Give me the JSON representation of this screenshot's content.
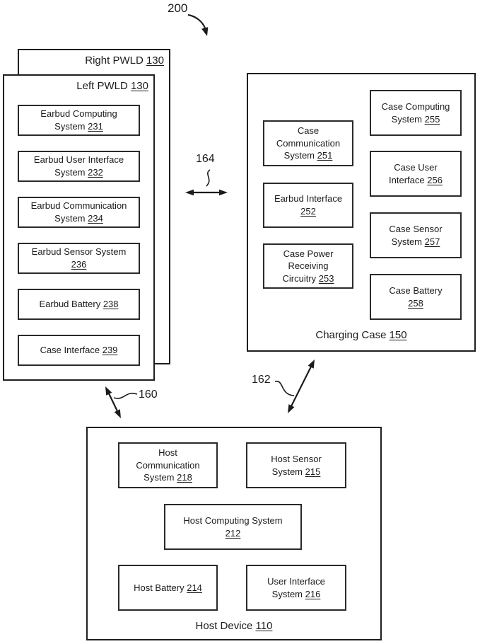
{
  "figure_label": "200",
  "connector_labels": {
    "earbud_case": "164",
    "earbud_host": "160",
    "case_host": "162"
  },
  "right_pwld": {
    "title": "Right PWLD",
    "num": "130"
  },
  "left_pwld": {
    "title": "Left PWLD",
    "num": "130",
    "boxes": [
      {
        "lines": [
          {
            "text": "Earbud Computing"
          },
          {
            "text": "System ",
            "num": "231"
          }
        ]
      },
      {
        "lines": [
          {
            "text": "Earbud User Interface"
          },
          {
            "text": "System ",
            "num": "232"
          }
        ]
      },
      {
        "lines": [
          {
            "text": "Earbud Communication"
          },
          {
            "text": "System ",
            "num": "234"
          }
        ]
      },
      {
        "lines": [
          {
            "text": "Earbud Sensor System"
          },
          {
            "num": "236"
          }
        ]
      },
      {
        "lines": [
          {
            "text": "Earbud Battery ",
            "num": "238"
          }
        ]
      },
      {
        "lines": [
          {
            "text": "Case Interface ",
            "num": "239"
          }
        ]
      }
    ]
  },
  "charging_case": {
    "title": "Charging Case",
    "num": "150",
    "left_boxes": [
      {
        "lines": [
          {
            "text": "Case"
          },
          {
            "text": "Communication"
          },
          {
            "text": "System ",
            "num": "251"
          }
        ]
      },
      {
        "lines": [
          {
            "text": "Earbud Interface"
          },
          {
            "num": "252"
          }
        ]
      },
      {
        "lines": [
          {
            "text": "Case Power"
          },
          {
            "text": "Receiving"
          },
          {
            "text": "Circuitry ",
            "num": "253"
          }
        ]
      }
    ],
    "right_boxes": [
      {
        "lines": [
          {
            "text": "Case Computing"
          },
          {
            "text": "System ",
            "num": "255"
          }
        ]
      },
      {
        "lines": [
          {
            "text": "Case User"
          },
          {
            "text": "Interface ",
            "num": "256"
          }
        ]
      },
      {
        "lines": [
          {
            "text": "Case Sensor"
          },
          {
            "text": "System ",
            "num": "257"
          }
        ]
      },
      {
        "lines": [
          {
            "text": "Case Battery"
          },
          {
            "num": "258"
          }
        ]
      }
    ]
  },
  "host_device": {
    "title": "Host Device",
    "num": "110",
    "boxes": [
      {
        "lines": [
          {
            "text": "Host"
          },
          {
            "text": "Communication"
          },
          {
            "text": "System ",
            "num": "218"
          }
        ]
      },
      {
        "lines": [
          {
            "text": "Host Sensor"
          },
          {
            "text": "System ",
            "num": "215"
          }
        ]
      },
      {
        "lines": [
          {
            "text": "Host Computing System"
          },
          {
            "num": "212"
          }
        ]
      },
      {
        "lines": [
          {
            "text": "Host Battery ",
            "num": "214"
          }
        ]
      },
      {
        "lines": [
          {
            "text": "User Interface"
          },
          {
            "text": "System ",
            "num": "216"
          }
        ]
      }
    ]
  }
}
